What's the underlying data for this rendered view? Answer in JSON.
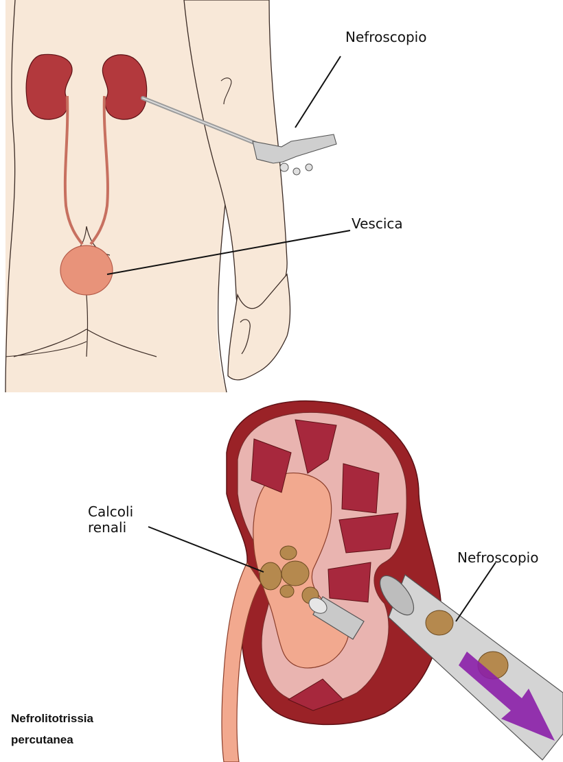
{
  "labels": {
    "nephroscope_top": "Nefroscopio",
    "bladder": "Vescica",
    "stones": "Calcoli renali",
    "stones_line1": "Calcoli",
    "stones_line2": "renali",
    "nephroscope_bottom": "Nefroscopio"
  },
  "caption": {
    "line1": "Nefrolitotrissia",
    "line2": "percutanea"
  },
  "colors": {
    "skin": "#f7e6d6",
    "skin_outline": "#3a2a24",
    "kidney_dark": "#8e1d22",
    "kidney_mid": "#b83a3e",
    "medulla": "#f3c9c6",
    "pelvis": "#f2a98f",
    "bladder": "#e8937a",
    "stone": "#b5894e",
    "scope_metal": "#c9c9c9",
    "arrow": "#8b1fa8"
  }
}
